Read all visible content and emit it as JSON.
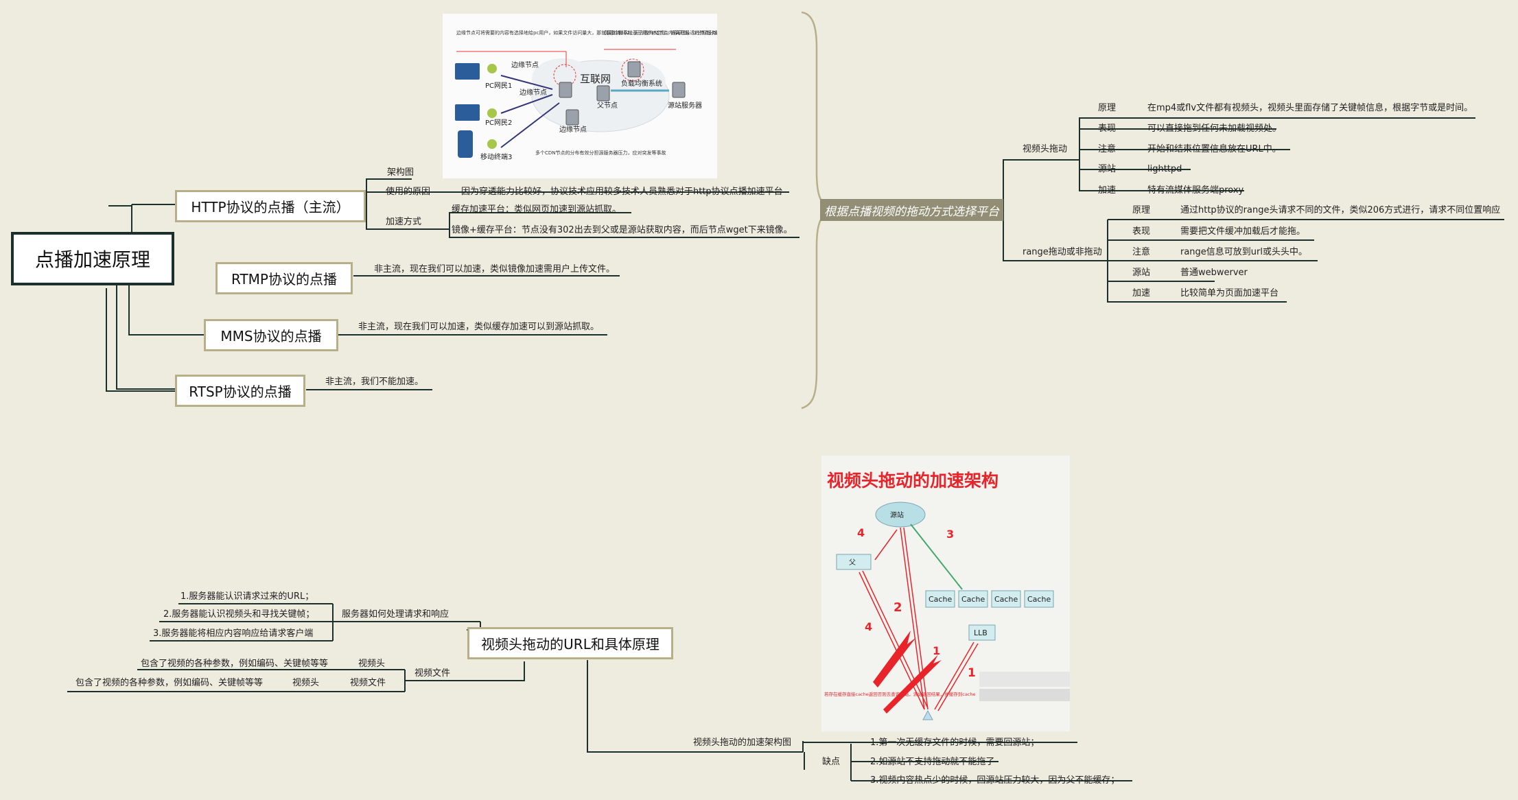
{
  "root": {
    "title": "点播加速原理"
  },
  "http": {
    "title": "HTTP协议的点播（主流）",
    "arch_label": "架构图",
    "reason_label": "使用的原因",
    "reason_text": "因为穿透能力比较好，协议技术应用较多技术人员熟悉对于http协议点播加速平台",
    "method_label": "加速方式",
    "method_1": "缓存加速平台：类似网页加速到源站抓取。",
    "method_2": "镜像+缓存平台：节点没有302出去到父或是源站获取内容，而后节点wget下来镜像。"
  },
  "rtmp": {
    "title": "RTMP协议的点播",
    "note": "非主流，现在我们可以加速，类似镜像加速需用户上传文件。"
  },
  "mms": {
    "title": "MMS协议的点播",
    "note": "非主流，现在我们可以加速，类似缓存加速可以到源站抓取。"
  },
  "rtsp": {
    "title": "RTSP协议的点播",
    "note": "非主流，我们不能加速。"
  },
  "platform": {
    "title": "根据点播视频的拖动方式选择平台",
    "header_drag": {
      "label": "视频头拖动",
      "items": [
        {
          "k": "原理",
          "v": "在mp4或flv文件都有视频头，视频头里面存储了关键帧信息，根据字节或是时间。"
        },
        {
          "k": "表现",
          "v": "可以直接拖到任何未加载视频处。"
        },
        {
          "k": "注意",
          "v": "开始和结束位置信息放在URL中。"
        },
        {
          "k": "源站",
          "v": "lighttpd"
        },
        {
          "k": "加速",
          "v": "特有流媒体服务端proxy"
        }
      ]
    },
    "range_drag": {
      "label": "range拖动或非拖动",
      "items": [
        {
          "k": "原理",
          "v": "通过http协议的range头请求不同的文件，类似206方式进行，请求不同位置响应"
        },
        {
          "k": "表现",
          "v": "需要把文件缓冲加载后才能拖。"
        },
        {
          "k": "注意",
          "v": "range信息可放到url或头头中。"
        },
        {
          "k": "源站",
          "v": "普通webwerver"
        },
        {
          "k": "加速",
          "v": "比较简单为页面加速平台"
        }
      ]
    }
  },
  "url_topic": {
    "title": "视频头拖动的URL和具体原理",
    "server_label": "服务器如何处理请求和响应",
    "server_items": [
      "1.服务器能认识请求过来的URL；",
      "2.服务器能认识视频头和寻找关键帧；",
      "3.服务器能将相应内容响应给请求客户端"
    ],
    "file_label": "视频文件",
    "head_label_1": "视频头",
    "head_desc_1": "包含了视频的各种参数，例如编码、关键帧等等",
    "file_label_2": "视频文件",
    "head_label_2": "视频头",
    "head_desc_2": "包含了视频的各种参数，例如编码、关键帧等等",
    "arch_label": "视频头拖动的加速架构图",
    "cons_label": "缺点",
    "cons_items": [
      "1.第一次无缓存文件的时候，需要回源站；",
      "2.如源站不支持拖动就不能拖了",
      "3.视频内容热点少的时候，回源站压力较大，因为父不能缓存；"
    ]
  },
  "net_image": {
    "note_1": "边缘节点可将需要的内容有选择地给pc用户，如果文件访问量大，那就要支持302，可去找向父节点内容获取，以分担服务器压力，保证访问速度",
    "note_2": "负载均衡系统基于用户IP定位，把离它最近的节点分发给用户最佳访问路径",
    "note_3": "多个CDN节点的分布有效分担源服务器压力，应对突发等事故",
    "edge_1": "边缘节点",
    "edge_2": "边缘节点",
    "edge_3": "边缘节点",
    "internet": "互联网",
    "parent": "父节点",
    "lb": "负载均衡系统",
    "origin": "源站服务器",
    "pc1": "PC网民1",
    "pc2": "PC网民2",
    "mobile": "移动终端3"
  },
  "cache_image": {
    "title": "视频头拖动的加速架构",
    "origin": "源站",
    "parent": "父",
    "cache": [
      "Cache",
      "Cache",
      "Cache",
      "Cache"
    ],
    "llb": "LLB",
    "num_1a": "1",
    "num_1b": "1",
    "num_2": "2",
    "num_3": "3",
    "num_4a": "4",
    "num_4b": "4",
    "note": "若存在缓存直接cache返回否则去查询源站，源站返回结果，并缓存到cache"
  },
  "colors": {
    "branch": "#1b2f2d",
    "box_border": "#b9ae8a",
    "main_fill": "#918e75",
    "red": "#e8242a",
    "green": "#3fa86a"
  }
}
